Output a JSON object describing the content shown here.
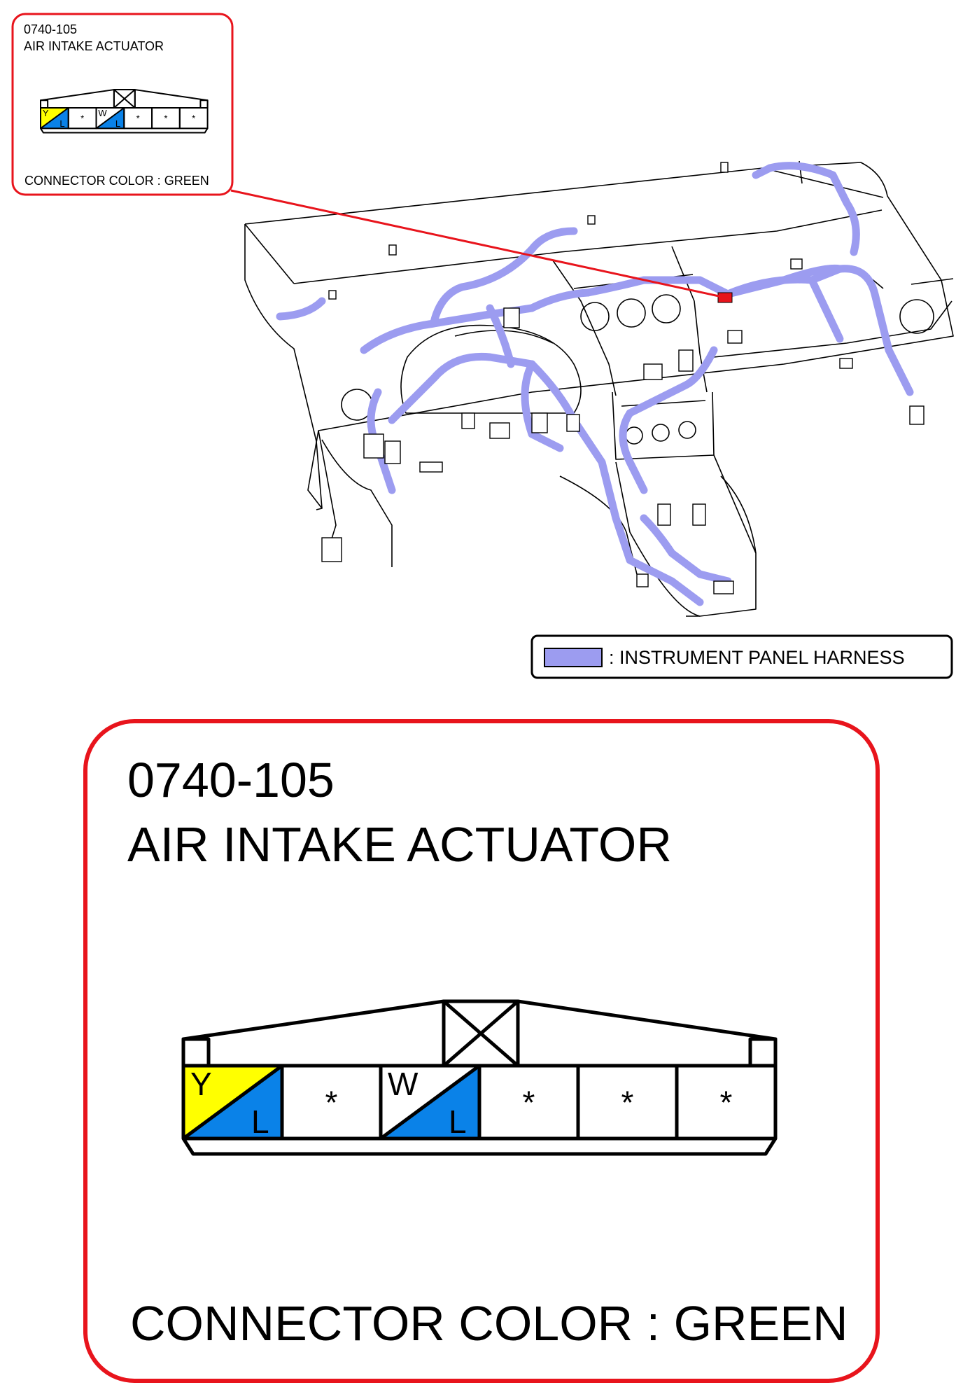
{
  "connector_id": "0740-105",
  "connector_name": "AIR INTAKE ACTUATOR",
  "connector_color_label": "CONNECTOR COLOR : GREEN",
  "legend_label": ": INSTRUMENT PANEL HARNESS",
  "colors": {
    "callout_border": "#e8141c",
    "harness": "#9c9cf0",
    "pin_yellow": "#ffff00",
    "pin_blue": "#0a82e8"
  },
  "pins": [
    {
      "top": "Y",
      "bottom": "L",
      "top_color": "#ffff00",
      "bottom_color": "#0a82e8"
    },
    {
      "mark": "*"
    },
    {
      "top": "W",
      "bottom": "L",
      "top_color": "#ffffff",
      "bottom_color": "#0a82e8"
    },
    {
      "mark": "*"
    },
    {
      "mark": "*"
    },
    {
      "mark": "*"
    }
  ]
}
